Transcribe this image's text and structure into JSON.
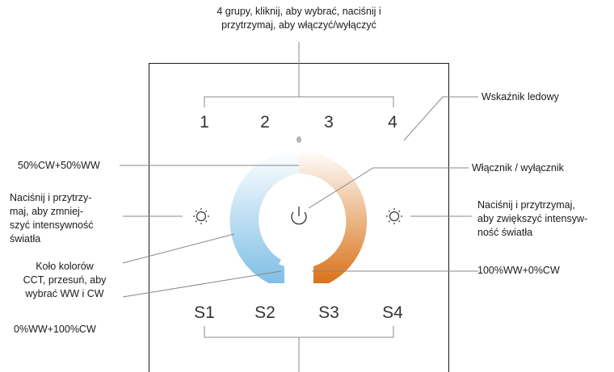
{
  "top_callout": "4 grupy, kliknij, aby wybrać, naciśnij i\nprzytrzymaj, aby włączyć/wyłączyć",
  "groups": [
    "1",
    "2",
    "3",
    "4"
  ],
  "scenes": [
    "S1",
    "S2",
    "S3",
    "S4"
  ],
  "labels": {
    "led_indicator": "Wskaźnik ledowy",
    "mix_top": "50%CW+50%WW",
    "power": "Włącznik / wyłącznik",
    "decrease": "Naciśnij i przytrzy-\nmaj, aby zmniej-\nszyć intensywność\nświatła",
    "increase": "Naciśnij i przytrzymaj,\naby zwiększyć intensyw-\nność światła",
    "wheel": "Koło kolorów\nCCT, przesuń, aby\nwybrać WW i CW",
    "warm_end": "100%WW+0%CW",
    "cool_end": "0%WW+100%CW"
  },
  "colors": {
    "cool": "#7fbfe6",
    "neutral": "#ffffff",
    "warm": "#d9731a",
    "line": "#888888"
  },
  "icons": {
    "brightness_down": "sun-icon",
    "brightness_up": "sun-icon",
    "power": "power-icon",
    "led": "led-dot"
  }
}
